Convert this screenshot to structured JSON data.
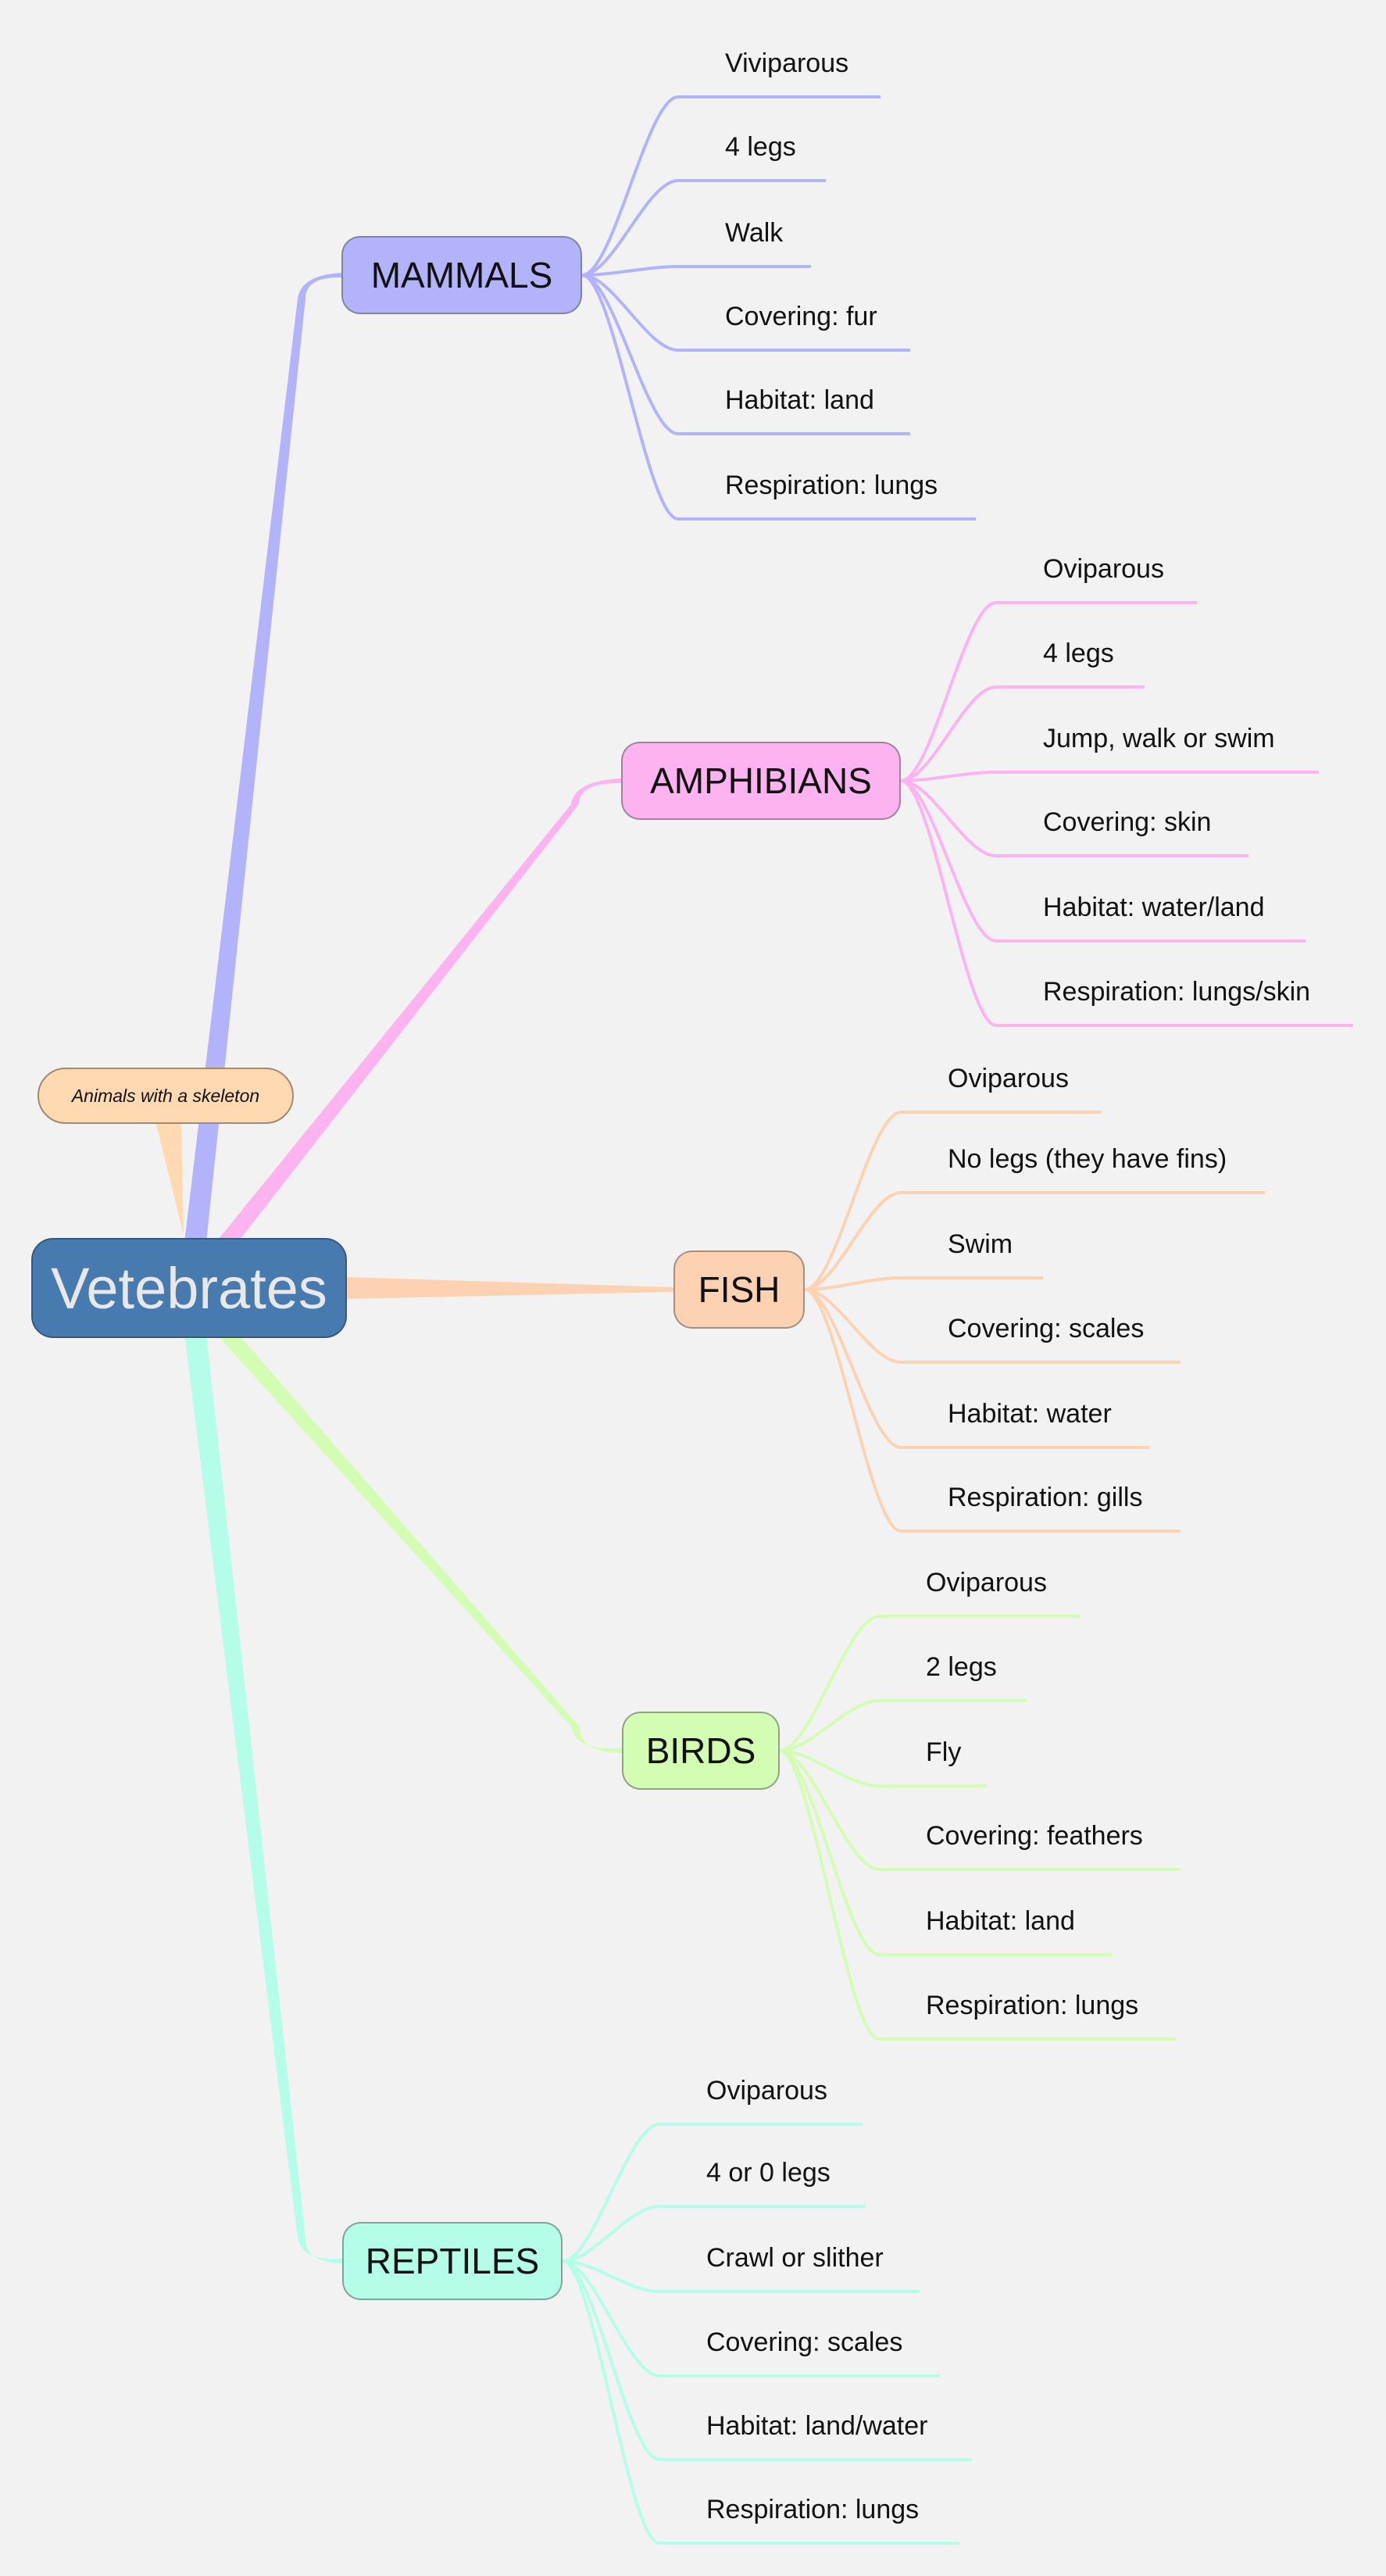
{
  "root": {
    "label": "Vetebrates",
    "color": "#477baf"
  },
  "note": {
    "label": "Animals with a skeleton",
    "color": "#fed9b1"
  },
  "categories": [
    {
      "id": "mammals",
      "label": "MAMMALS",
      "color": "#b3b3fc",
      "items": [
        "Viviparous",
        "4 legs",
        "Walk",
        "Covering: fur",
        "Habitat: land",
        "Respiration: lungs"
      ]
    },
    {
      "id": "amphibians",
      "label": "AMPHIBIANS",
      "color": "#fcb3f0",
      "items": [
        "Oviparous",
        "4 legs",
        "Jump, walk or swim",
        "Covering: skin",
        "Habitat: water/land",
        "Respiration: lungs/skin"
      ]
    },
    {
      "id": "fish",
      "label": "FISH",
      "color": "#fdd2b3",
      "items": [
        "Oviparous",
        "No legs (they have fins)",
        "Swim",
        "Covering: scales",
        "Habitat: water",
        "Respiration: gills"
      ]
    },
    {
      "id": "birds",
      "label": "BIRDS",
      "color": "#d3fdb3",
      "items": [
        "Oviparous",
        "2 legs",
        "Fly",
        "Covering: feathers",
        "Habitat: land",
        "Respiration: lungs"
      ]
    },
    {
      "id": "reptiles",
      "label": "REPTILES",
      "color": "#b3fde9",
      "items": [
        "Oviparous",
        "4 or 0 legs",
        "Crawl or slither",
        "Covering: scales",
        "Habitat: land/water",
        "Respiration: lungs"
      ]
    }
  ]
}
